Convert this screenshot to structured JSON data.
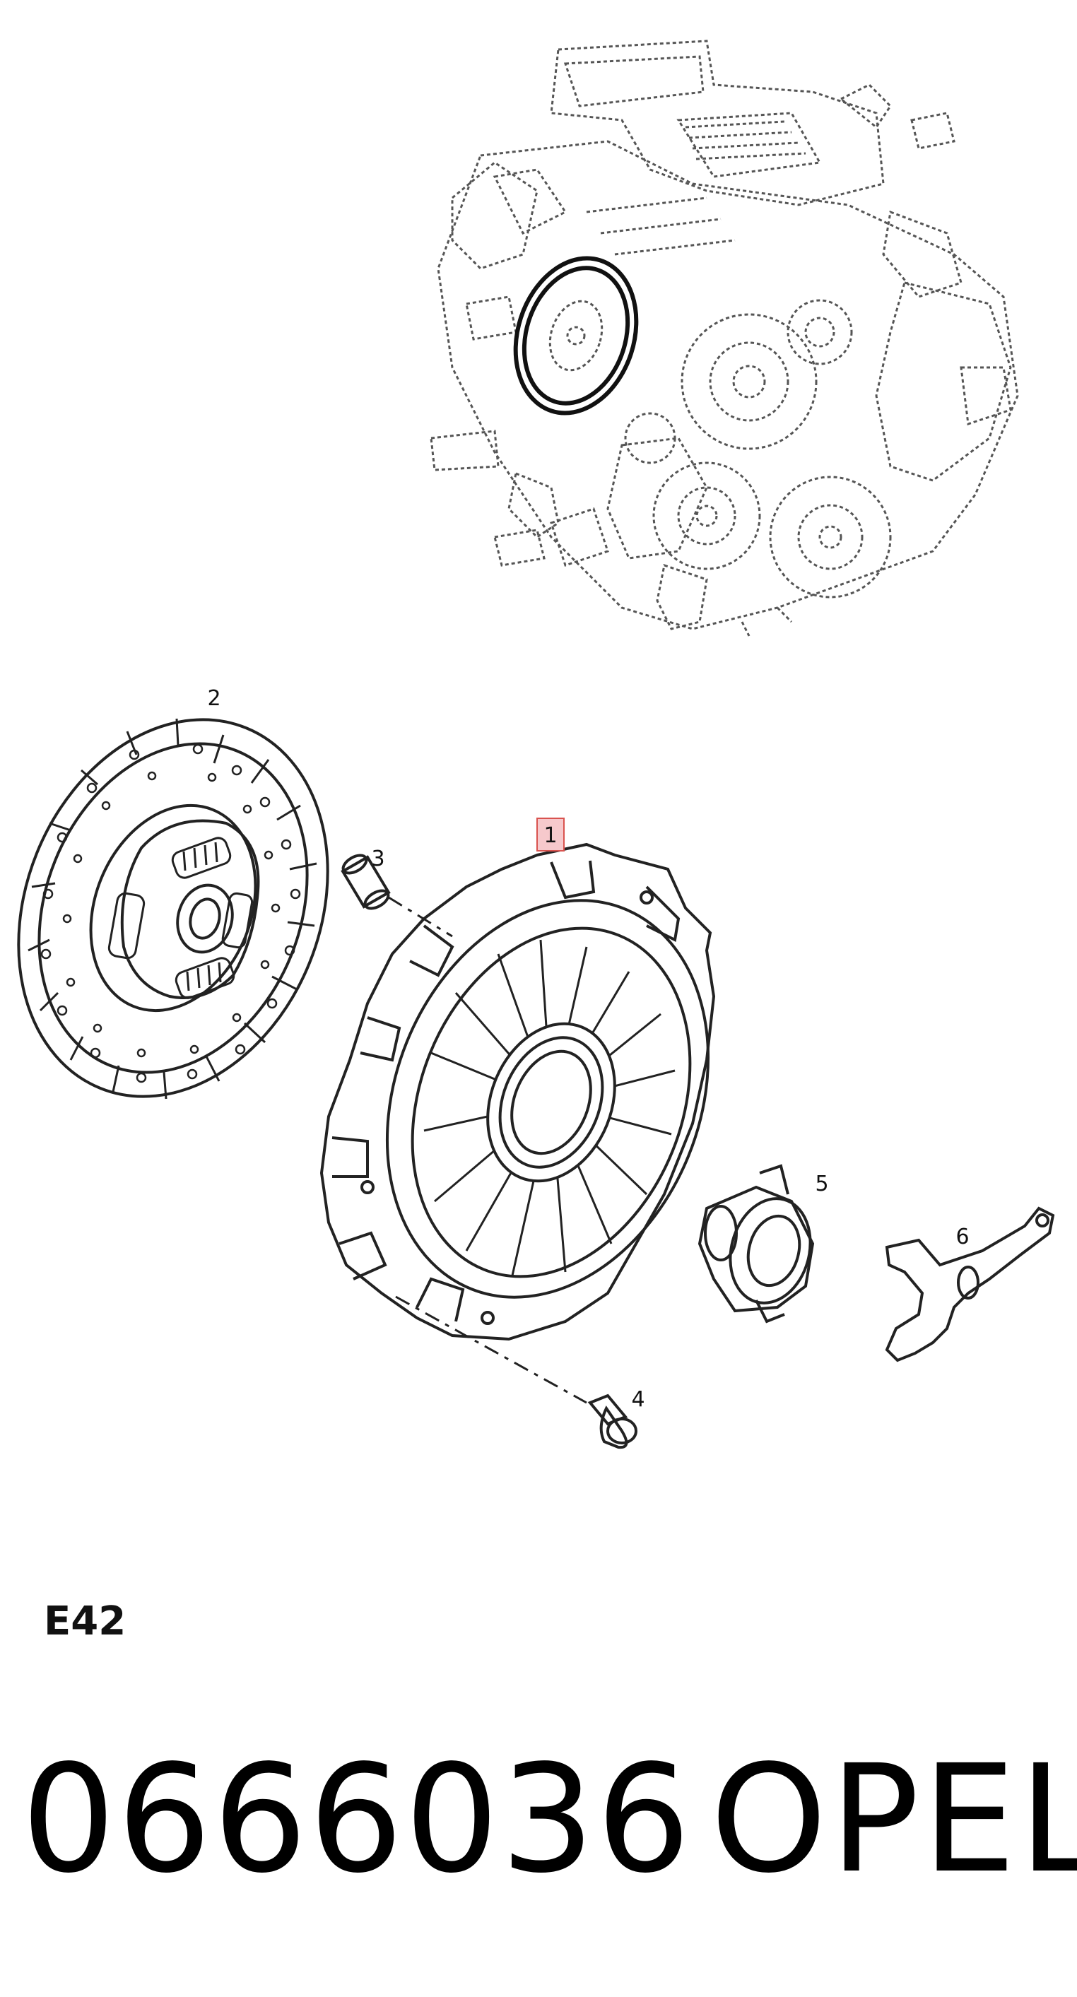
{
  "callouts": {
    "c1": "1",
    "c2": "2",
    "c3": "3",
    "c4": "4",
    "c5": "5",
    "c6": "6"
  },
  "diagram_code": "E42",
  "part_number": "0666036",
  "brand": "OPEL",
  "colors": {
    "line": "#222222",
    "dotted": "#555555",
    "highlight_fill": "#f6c9cc",
    "highlight_stroke": "#d9534f"
  }
}
